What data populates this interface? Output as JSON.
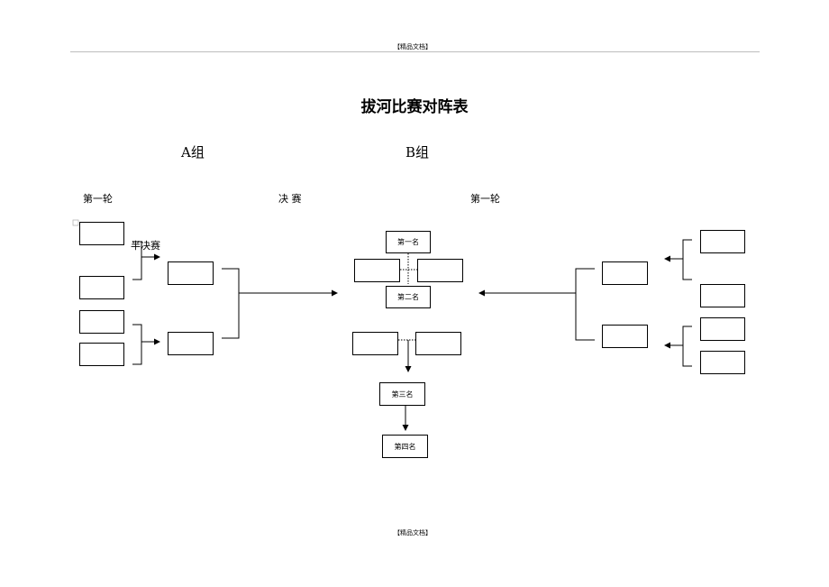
{
  "header": {
    "tag": "【精品文档】"
  },
  "footer": {
    "tag": "【精品文档】"
  },
  "title": "拔河比赛对阵表",
  "groups": {
    "a": "A组",
    "b": "B组"
  },
  "rounds": {
    "first_left": "第一轮",
    "final": "决 赛",
    "first_right": "第一轮",
    "semifinal": "半决赛"
  },
  "ranks": {
    "first": "第一名",
    "second": "第二名",
    "third": "第三名",
    "fourth": "第四名"
  }
}
